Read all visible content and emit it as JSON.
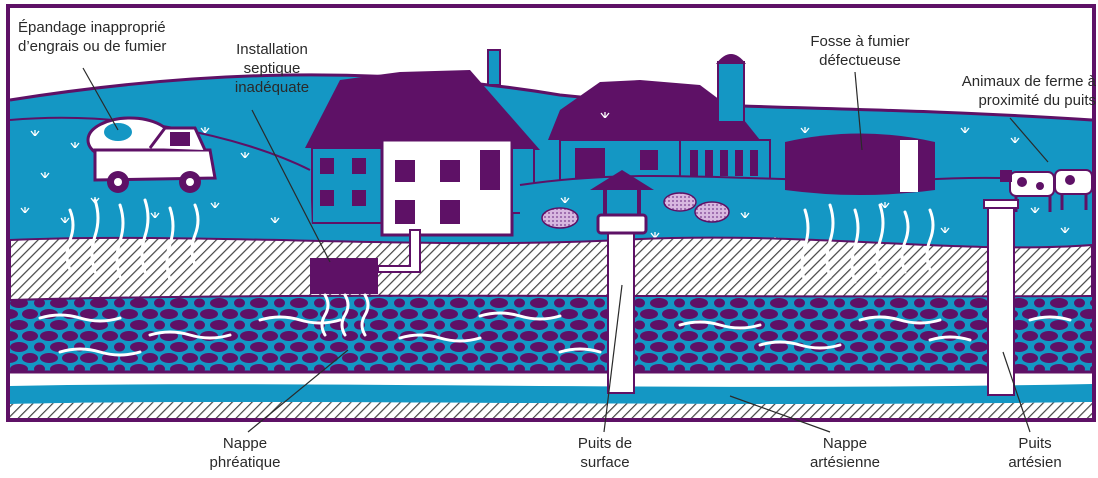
{
  "colors": {
    "purple": "#5e1166",
    "blue": "#1497c4",
    "white": "#ffffff",
    "hatch_line": "#444444",
    "label_text": "#2a2a2a"
  },
  "labels": {
    "epandage_l1": "Épandage inapproprié",
    "epandage_l2": "d’engrais ou de fumier",
    "septique_l1": "Installation",
    "septique_l2": "septique",
    "septique_l3": "inadéquate",
    "fosse_l1": "Fosse à fumier",
    "fosse_l2": "défectueuse",
    "animaux_l1": "Animaux de ferme à",
    "animaux_l2": "proximité du puits",
    "nappe_phreatique_l1": "Nappe",
    "nappe_phreatique_l2": "phréatique",
    "puits_surface_l1": "Puits de",
    "puits_surface_l2": "surface",
    "nappe_artesienne_l1": "Nappe",
    "nappe_artesienne_l2": "artésienne",
    "puits_artesien_l1": "Puits",
    "puits_artesien_l2": "artésien"
  },
  "icons": [
    "manure-truck-icon",
    "farmhouse-icon",
    "barn-icon",
    "silo-icon",
    "septic-tank-icon",
    "manure-pit-icon",
    "pig-icon",
    "cow-icon",
    "surface-well-icon",
    "artesian-well-icon",
    "grass-tuft-icon",
    "seepage-squiggle-icon"
  ]
}
